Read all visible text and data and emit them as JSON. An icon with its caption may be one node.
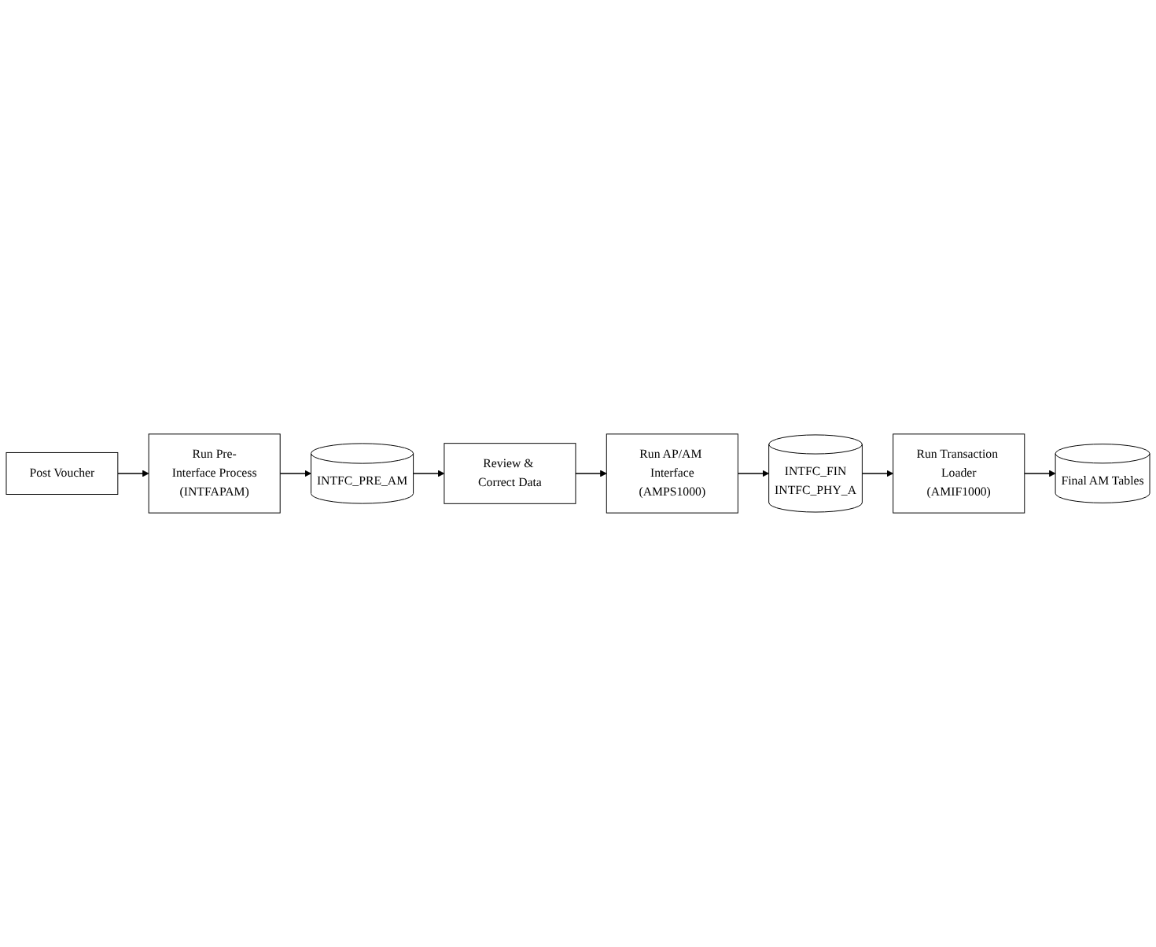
{
  "diagram": {
    "nodes": [
      {
        "text": [
          "Post Voucher"
        ]
      },
      {
        "text": [
          "Run Pre-Interface Process",
          "(INTFAPAM)"
        ]
      },
      {
        "text": [
          "INTFC_PRE_AM"
        ]
      },
      {
        "text": [
          "Review & Correct Data"
        ]
      },
      {
        "text": [
          "Run AP/AM Interface",
          "(AMPS1000)"
        ]
      },
      {
        "text": [
          "INTFC_FIN",
          "INTFC_PHY_A"
        ]
      },
      {
        "text": [
          "Run Transaction Loader",
          "(AMIF1000)"
        ]
      },
      {
        "text": [
          "Final AM Tables"
        ]
      }
    ],
    "edges": [
      {
        "from": 0,
        "to": 1,
        "arrow": "to"
      },
      {
        "from": 1,
        "to": 2,
        "arrow": "to"
      },
      {
        "from": 2,
        "to": 3,
        "arrow": "to"
      },
      {
        "from": 3,
        "to": 4,
        "arrow": "to"
      },
      {
        "from": 4,
        "to": 5,
        "arrow": "to"
      },
      {
        "from": 5,
        "to": 6,
        "arrow": "to"
      },
      {
        "from": 6,
        "to": 7,
        "arrow": "to"
      }
    ]
  }
}
